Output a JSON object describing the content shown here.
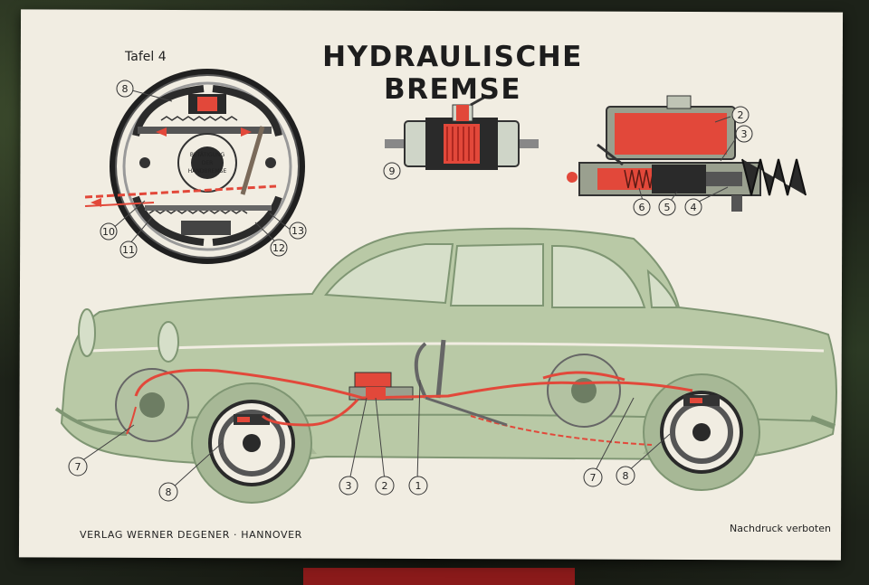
{
  "poster": {
    "title": "HYDRAULISCHE BREMSE",
    "plate": "Tafel 4",
    "publisher": "VERLAG WERNER DEGENER · HANNOVER",
    "reprint_notice": "Nachdruck verboten",
    "handbrake_label_line1": "BETÄTIGUNG",
    "handbrake_label_line2": "DER",
    "handbrake_label_line3": "HANDBREMSE"
  },
  "callouts": {
    "drum_top": "8",
    "drum_left": "10",
    "drum_bottom_left": "11",
    "drum_bottom": "12",
    "drum_right": "13",
    "wheel_cylinder": "9",
    "master_reservoir": "2",
    "master_body": "3",
    "master_spring": "6",
    "master_piston": "5",
    "master_rod": "4",
    "car_front_brake": "7",
    "car_front_drum": "8",
    "car_master_3": "3",
    "car_master_2": "2",
    "car_pedal": "1",
    "car_rear_brake": "7",
    "car_rear_drum": "8"
  },
  "colors": {
    "paper": "#f1ede2",
    "car_green": "#b9c9a6",
    "dark_green": "#7f9673",
    "hydraulic_red": "#e2483a",
    "ink": "#1d1d1d"
  }
}
